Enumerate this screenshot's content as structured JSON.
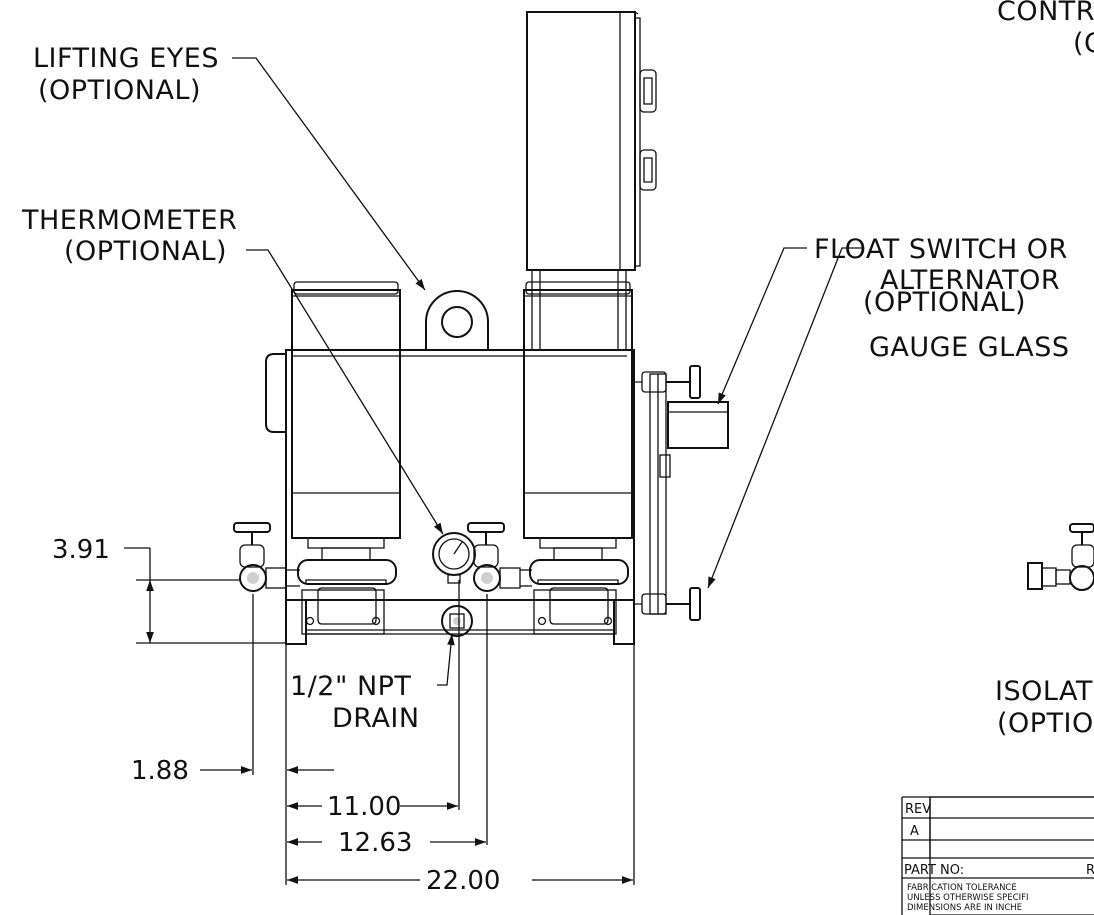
{
  "callouts": {
    "lifting_eyes": [
      "LIFTING EYES",
      "(OPTIONAL)"
    ],
    "thermometer": [
      "THERMOMETER",
      "(OPTIONAL)"
    ],
    "float_switch": [
      "FLOAT SWITCH OR",
      "ALTERNATOR"
    ],
    "gauge_glass": [
      "GAUGE GLASS",
      "(OPTIONAL)"
    ],
    "drain": [
      "1/2\" NPT",
      "DRAIN"
    ],
    "control_partial": [
      "CONTR",
      "(O"
    ],
    "isolation_partial": [
      "ISOLAT",
      "(OPTIO"
    ]
  },
  "dimensions": {
    "d_3_91": "3.91",
    "d_1_88": "1.88",
    "d_11_00": "11.00",
    "d_12_63": "12.63",
    "d_22_00": "22.00"
  },
  "title_block": {
    "rev_header": "REV",
    "rev_value": "A",
    "part_no_label": "PART NO:",
    "part_no_partial": "R",
    "notes": [
      "FABRICATION TOLERANCE",
      "UNLESS OTHERWISE SPECIFI",
      "DIMENSIONS ARE IN INCHE"
    ]
  }
}
